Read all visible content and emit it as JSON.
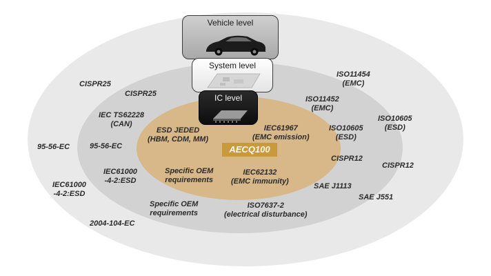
{
  "levels": {
    "vehicle": "Vehicle level",
    "system": "System level",
    "ic": "IC level"
  },
  "badge": "AECQ100",
  "labels": {
    "cispr25_outer": "CISPR25",
    "cispr25_mid": "CISPR25",
    "iec_ts62228": [
      "IEC TS62228",
      "(CAN)"
    ],
    "esd_jeded": [
      "ESD JEDED",
      "(HBM, CDM, MM)"
    ],
    "iec61967": [
      "IEC61967",
      "(EMC emission)"
    ],
    "iso11452": [
      "ISO11452",
      "(EMC)"
    ],
    "iso11454": [
      "ISO11454",
      "(EMC)"
    ],
    "iso10605_mid": [
      "ISO10605",
      "(ESD)"
    ],
    "iso10605_outer": [
      "ISO10605",
      "(ESD)"
    ],
    "ec9556_outer": "95-56-EC",
    "ec9556_mid": "95-56-EC",
    "iec61000_mid": [
      "IEC61000",
      "-4-2:ESD"
    ],
    "iec61000_outer": [
      "IEC61000",
      "-4-2:ESD"
    ],
    "oem_inner": [
      "Specific OEM",
      "requirements"
    ],
    "iec62132": [
      "IEC62132",
      "(EMC immunity)"
    ],
    "cispr12_mid": "CISPR12",
    "cispr12_outer": "CISPR12",
    "saej1113": "SAE J1113",
    "saej551": "SAE J551",
    "oem_mid": [
      "Specific OEM",
      "requirements"
    ],
    "iso7637": [
      "ISO7637-2",
      "(electrical disturbance)"
    ],
    "ec2004": "2004-104-EC"
  },
  "colors": {
    "outer_ring": "#e9e9e9",
    "middle_ring": "#d2d2d2",
    "inner_ring": "#d8b889",
    "badge": "#c99a3c"
  }
}
